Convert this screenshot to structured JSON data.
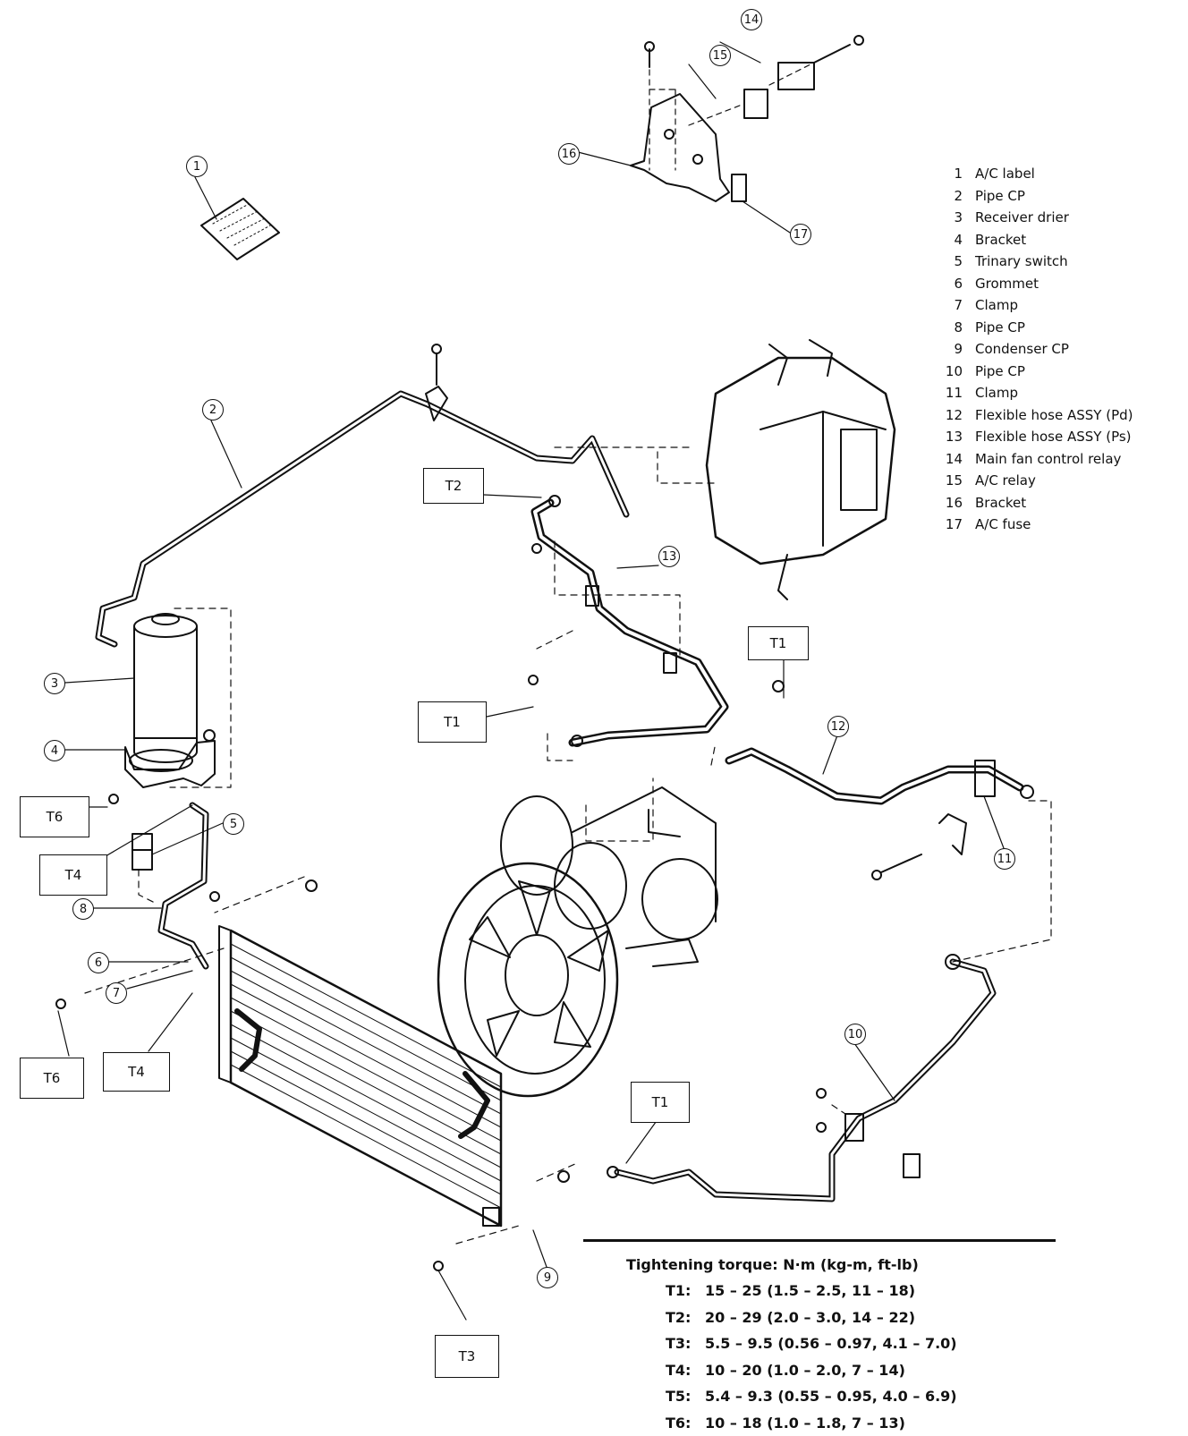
{
  "legend": [
    {
      "num": "1",
      "text": "A/C label"
    },
    {
      "num": "2",
      "text": "Pipe CP"
    },
    {
      "num": "3",
      "text": "Receiver drier"
    },
    {
      "num": "4",
      "text": "Bracket"
    },
    {
      "num": "5",
      "text": "Trinary switch"
    },
    {
      "num": "6",
      "text": "Grommet"
    },
    {
      "num": "7",
      "text": "Clamp"
    },
    {
      "num": "8",
      "text": "Pipe CP"
    },
    {
      "num": "9",
      "text": "Condenser CP"
    },
    {
      "num": "10",
      "text": "Pipe CP"
    },
    {
      "num": "11",
      "text": "Clamp"
    },
    {
      "num": "12",
      "text": "Flexible hose ASSY (Pd)"
    },
    {
      "num": "13",
      "text": "Flexible hose ASSY (Ps)"
    },
    {
      "num": "14",
      "text": "Main fan control relay"
    },
    {
      "num": "15",
      "text": "A/C relay"
    },
    {
      "num": "16",
      "text": "Bracket"
    },
    {
      "num": "17",
      "text": "A/C fuse"
    }
  ],
  "torque": {
    "title": "Tightening torque: N·m (kg-m, ft-lb)",
    "rows": [
      {
        "id": "T1:",
        "value": "15 – 25 (1.5 – 2.5, 11 – 18)"
      },
      {
        "id": "T2:",
        "value": "20 – 29 (2.0 – 3.0, 14 – 22)"
      },
      {
        "id": "T3:",
        "value": "5.5 – 9.5 (0.56 – 0.97, 4.1 – 7.0)"
      },
      {
        "id": "T4:",
        "value": "10 – 20 (1.0 – 2.0, 7 – 14)"
      },
      {
        "id": "T5:",
        "value": "5.4 – 9.3 (0.55 – 0.95, 4.0 – 6.9)"
      },
      {
        "id": "T6:",
        "value": "10 – 18 (1.0 – 1.8, 7 – 13)"
      }
    ]
  },
  "torque_labels": {
    "t1": "T1",
    "t2": "T2",
    "t3": "T3",
    "t4": "T4",
    "t6": "T6"
  },
  "callouts": {
    "c1": "1",
    "c2": "2",
    "c3": "3",
    "c4": "4",
    "c5": "5",
    "c6": "6",
    "c7": "7",
    "c8": "8",
    "c9": "9",
    "c10": "10",
    "c11": "11",
    "c12": "12",
    "c13": "13",
    "c14": "14",
    "c15": "15",
    "c16": "16",
    "c17": "17"
  }
}
